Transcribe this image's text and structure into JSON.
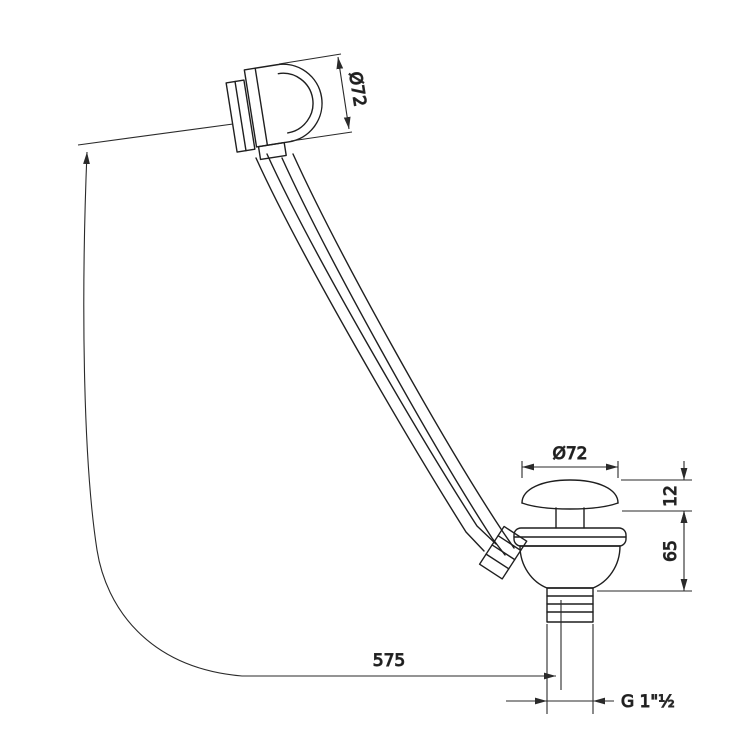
{
  "drawing": {
    "background_color": "#ffffff",
    "line_color": "#1f1f1f",
    "labels": {
      "overflow_diameter": "Ø72",
      "drain_diameter": "Ø72",
      "cap_height": "12",
      "body_height": "65",
      "length": "575",
      "thread": "G 1\"½"
    },
    "measurements": {
      "overflow_diameter_mm": 72,
      "drain_diameter_mm": 72,
      "cap_height_mm": 12,
      "body_height_mm": 65,
      "length_mm": 575,
      "thread_size": "G 1\"½"
    }
  }
}
